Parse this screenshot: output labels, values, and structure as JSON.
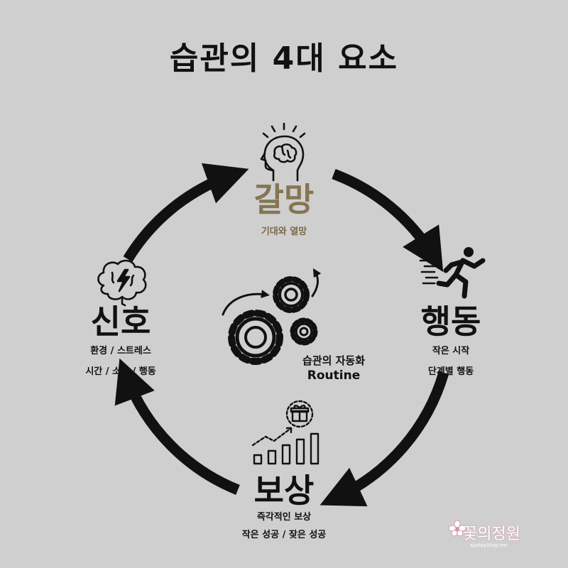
{
  "title": "습관의 4대 요소",
  "nodes": {
    "craving": {
      "name": "갈망",
      "sub1": "기대와 열망"
    },
    "response": {
      "name": "행동",
      "sub1": "작은 시작",
      "sub2": "단계별 행동"
    },
    "reward": {
      "name": "보상",
      "sub1": "즉각적인 보상",
      "sub2": "작은 성공 / 잦은 성공"
    },
    "cue": {
      "name": "신호",
      "sub1": "환경 / 스트레스",
      "sub2": "시간 / 소리 / 행동"
    }
  },
  "center": {
    "line1": "습관의 자동화",
    "line2": "Routine"
  },
  "watermark": {
    "text": "꽃의정원",
    "sub": "sjyday.blog.me"
  },
  "colors": {
    "background": "#cfcfcf",
    "ink": "#111111",
    "craving": "#857552"
  },
  "icons": {
    "craving": "brain-head-icon",
    "response": "running-person-icon",
    "reward": "gift-growth-chart-icon",
    "cue": "stressed-brain-icon",
    "center": "gears-icon"
  }
}
